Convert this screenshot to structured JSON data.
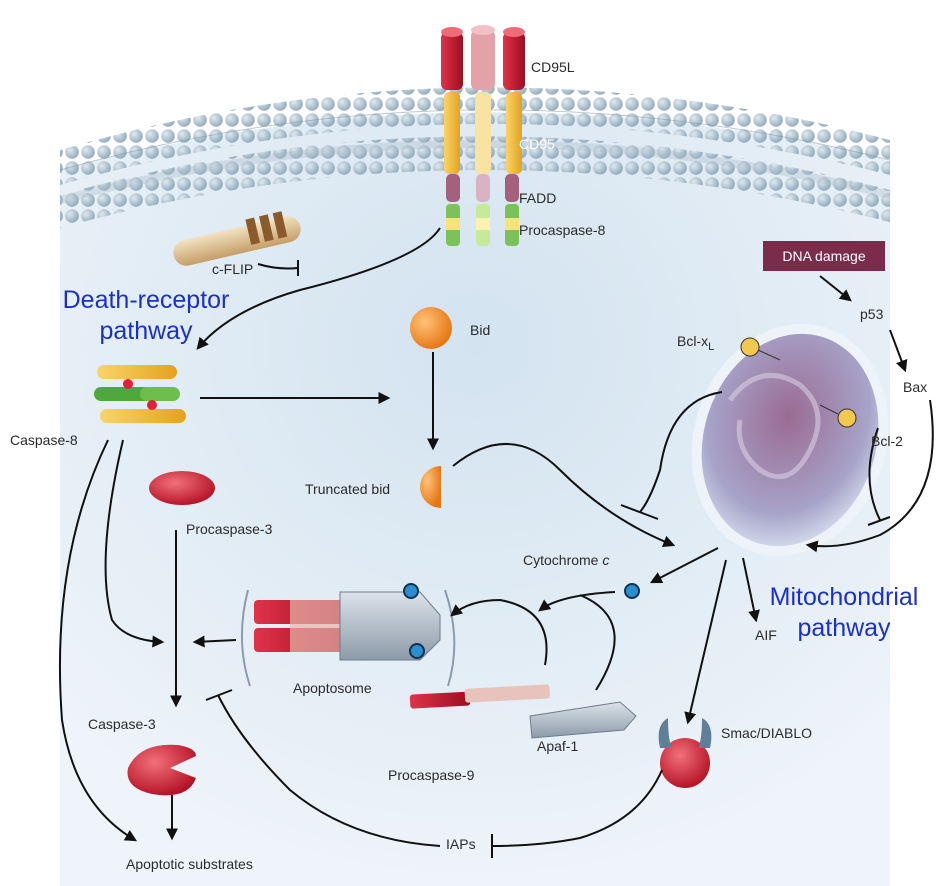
{
  "labels": {
    "cd95l": "CD95L",
    "cd95": "CD95",
    "fadd": "FADD",
    "procaspase8": "Procaspase-8",
    "cflip": "c-FLIP",
    "death_receptor_pathway_line1": "Death-receptor",
    "death_receptor_pathway_line2": "pathway",
    "caspase8": "Caspase-8",
    "bid": "Bid",
    "truncated_bid": "Truncated bid",
    "procaspase3": "Procaspase-3",
    "caspase3": "Caspase-3",
    "apoptotic_substrates": "Apoptotic substrates",
    "apoptosome": "Apoptosome",
    "procaspase9": "Procaspase-9",
    "apaf1": "Apaf-1",
    "cytochrome_c_prefix": "Cytochrome",
    "cytochrome_c_suffix": "c",
    "iaps": "IAPs",
    "dna_damage": "DNA damage",
    "p53": "p53",
    "bax": "Bax",
    "bclxl_prefix": "Bcl-x",
    "bclxl_sub": "L",
    "bcl2": "Bcl-2",
    "aif": "AIF",
    "smac_diablo": "Smac/DIABLO",
    "mitochondrial_pathway_line1": "Mitochondrial",
    "mitochondrial_pathway_line2": "pathway"
  },
  "colors": {
    "cell_fill": "#dde9f3",
    "membrane_head": "#9fb6c6",
    "accent_blue_text": "#1a2fd0",
    "dna_box": "#7b2c4b",
    "caspase_red": "#c8142a",
    "bid_orange": "#f08a1e",
    "mitochondrion": "#8a6a98",
    "bcl_yellow": "#f3c850",
    "cytochrome_blue": "#2a8fd0"
  }
}
